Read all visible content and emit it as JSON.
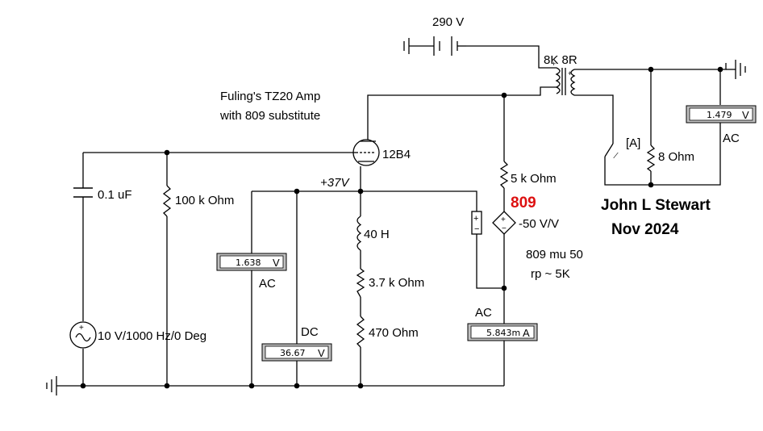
{
  "title_line1": "Fuling's TZ20 Amp",
  "title_line2": "with 809 substitute",
  "author": "John L Stewart",
  "date": "Nov 2024",
  "supply_label": "290 V",
  "transformer_label": "8K 8R",
  "tube_label": "12B4",
  "node_label": "+37V",
  "cap_label": "0.1 uF",
  "r_grid_label": "100 k Ohm",
  "inductor_label": "40 H",
  "r_cathode1_label": "3.7 k Ohm",
  "r_cathode2_label": "470  Ohm",
  "r_plate_label": "5 k Ohm",
  "source_label": "10 V/1000 Hz/0 Deg",
  "dep_source_name": "809",
  "dep_source_gain": "-50 V/V",
  "mu_note": "809 mu 50",
  "rp_note": "rp ~ 5K",
  "switch_label": "[A]",
  "load_label": "8  Ohm",
  "meter_ac_cathode": {
    "value": "1.638",
    "unit": "V",
    "mode": "AC"
  },
  "meter_dc_cathode": {
    "value": "36.67",
    "unit": "V",
    "mode": "DC"
  },
  "meter_ac_current": {
    "value": "5.843m",
    "unit": "A",
    "mode": "AC"
  },
  "meter_ac_output": {
    "value": "1.479",
    "unit": "V",
    "mode": "AC"
  },
  "colors": {
    "accent_red": "#dd1111",
    "meter_face": "#ffffff",
    "meter_body": "#c0c0c0"
  }
}
